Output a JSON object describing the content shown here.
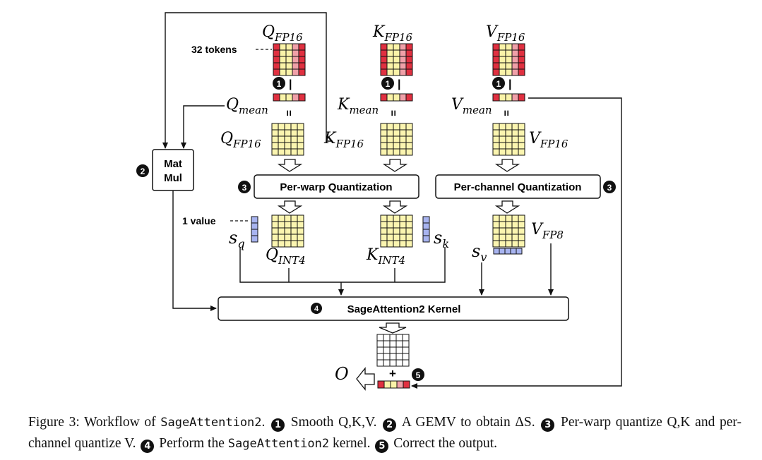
{
  "figure": {
    "labels": {
      "q_fp16_top": "Q",
      "q_fp16_top_sub": "FP16",
      "k_fp16_top": "K",
      "k_fp16_top_sub": "FP16",
      "v_fp16_top": "V",
      "v_fp16_top_sub": "FP16",
      "tokens_32": "32 tokens",
      "q_mean": "Q",
      "q_mean_sub": "mean",
      "k_mean": "K",
      "k_mean_sub": "mean",
      "v_mean": "V",
      "v_mean_sub": "mean",
      "q_fp16_mid": "Q",
      "q_fp16_mid_sub": "FP16",
      "k_fp16_mid": "K",
      "k_fp16_mid_sub": "FP16",
      "v_fp16_mid": "V",
      "v_fp16_mid_sub": "FP16",
      "matmul_line1": "Mat",
      "matmul_line2": "Mul",
      "per_warp": "Per-warp Quantization",
      "per_channel": "Per-channel Quantization",
      "one_value": "1 value",
      "s_q": "s",
      "s_q_sub": "q",
      "s_k": "s",
      "s_k_sub": "k",
      "s_v": "s",
      "s_v_sub": "v",
      "q_int4": "Q",
      "q_int4_sub": "INT4",
      "k_int4": "K",
      "k_int4_sub": "INT4",
      "v_fp8": "V",
      "v_fp8_sub": "FP8",
      "kernel": "SageAttention2 Kernel",
      "output": "O",
      "plus": "+",
      "equals": "=",
      "bar": "|"
    },
    "step_badges": [
      "1",
      "2",
      "3",
      "4",
      "5"
    ],
    "colors": {
      "token_red": "#e03040",
      "token_pink": "#f0a0a8",
      "token_yellow": "#faf3a8",
      "grid_yellow": "#fbf5b0",
      "scale_blue": "#a8b4f0",
      "ink": "#111111"
    }
  },
  "caption": {
    "prefix": "Figure 3: Workflow of ",
    "name1": "SageAttention2",
    "step1": "Smooth Q,K,V.",
    "step2": "A GEMV to obtain ΔS.",
    "step3": "Per-warp quantize Q,K and per-channel quantize V.",
    "step4_pre": "Perform the ",
    "name2": "SageAttention2",
    "step4_post": " kernel.",
    "step5": "Correct the output."
  }
}
